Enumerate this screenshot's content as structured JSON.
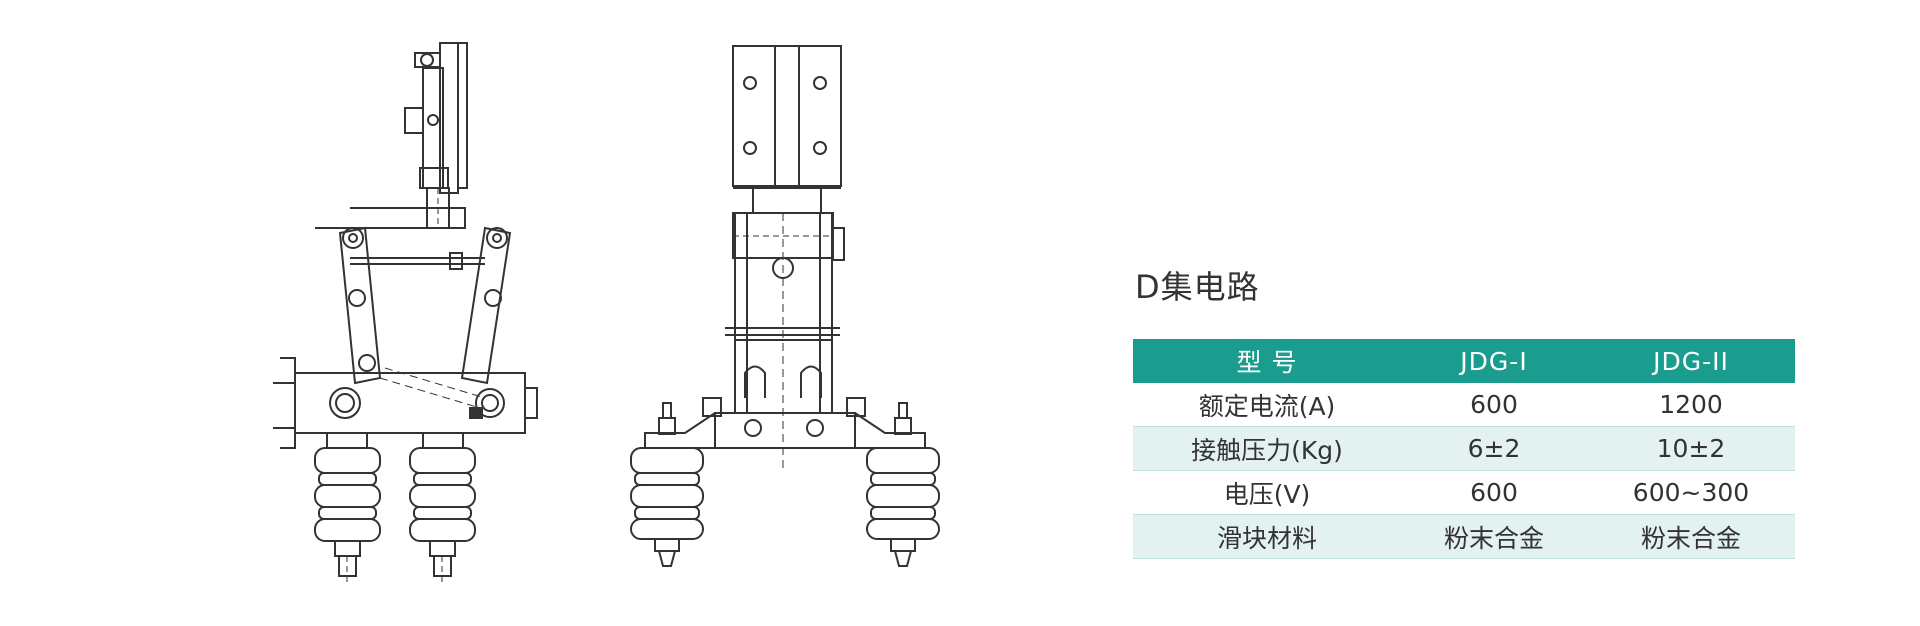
{
  "caption": "D集电路",
  "table": {
    "headers": [
      "型 号",
      "JDG-I",
      "JDG-II"
    ],
    "rows": [
      [
        "额定电流(A)",
        "600",
        "1200"
      ],
      [
        "接触压力(Kg)",
        "6±2",
        "10±2"
      ],
      [
        "电压(V)",
        "600",
        "600~300"
      ],
      [
        "滑块材料",
        "粉末合金",
        "粉末合金"
      ]
    ]
  },
  "colors": {
    "header_bg": "#1a9c8f",
    "alt_row_bg": "#e3f2f1",
    "line": "#333333"
  }
}
